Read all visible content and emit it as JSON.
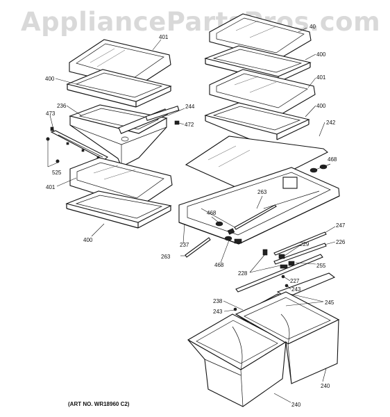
{
  "watermark": "AppliancePartsPros.com",
  "art_number": "(ART NO. WR18960 C2)",
  "callouts": {
    "c401_top_left": "401",
    "c400_left_1": "400",
    "c236": "236",
    "c244": "244",
    "c473": "473",
    "c472": "472",
    "c525": "525",
    "c401_left_lower": "401",
    "c400_left_lower": "400",
    "c40_top_right": "40",
    "c400_right_1": "400",
    "c401_right": "401",
    "c400_right_2": "400",
    "c242": "242",
    "c468_right": "468",
    "c263_upper": "263",
    "c468_mid": "468",
    "c237": "237",
    "c263_lower": "263",
    "c468_lower": "468",
    "c247": "247",
    "c229": "229",
    "c226": "226",
    "c228": "228",
    "c255": "255",
    "c227": "227",
    "c243_right": "243",
    "c238": "238",
    "c245": "245",
    "c243_left": "243",
    "c240_right": "240",
    "c240_bottom": "240"
  }
}
